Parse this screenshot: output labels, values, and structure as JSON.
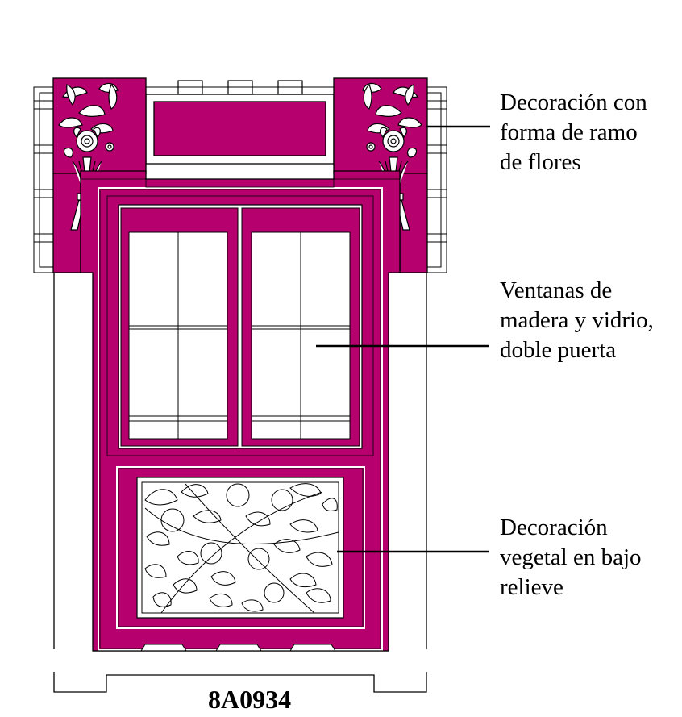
{
  "annotations": {
    "flower_bouquet": [
      "Decoración con",
      "forma de ramo",
      "de flores"
    ],
    "windows": [
      "Ventanas de",
      "madera y vidrio,",
      "doble puerta"
    ],
    "relief": [
      "Decoración",
      "vegetal en bajo",
      "relieve"
    ]
  },
  "drawing_code": "8A0934",
  "colors": {
    "magenta": "#b5006e",
    "line": "#000000",
    "background": "#ffffff"
  }
}
